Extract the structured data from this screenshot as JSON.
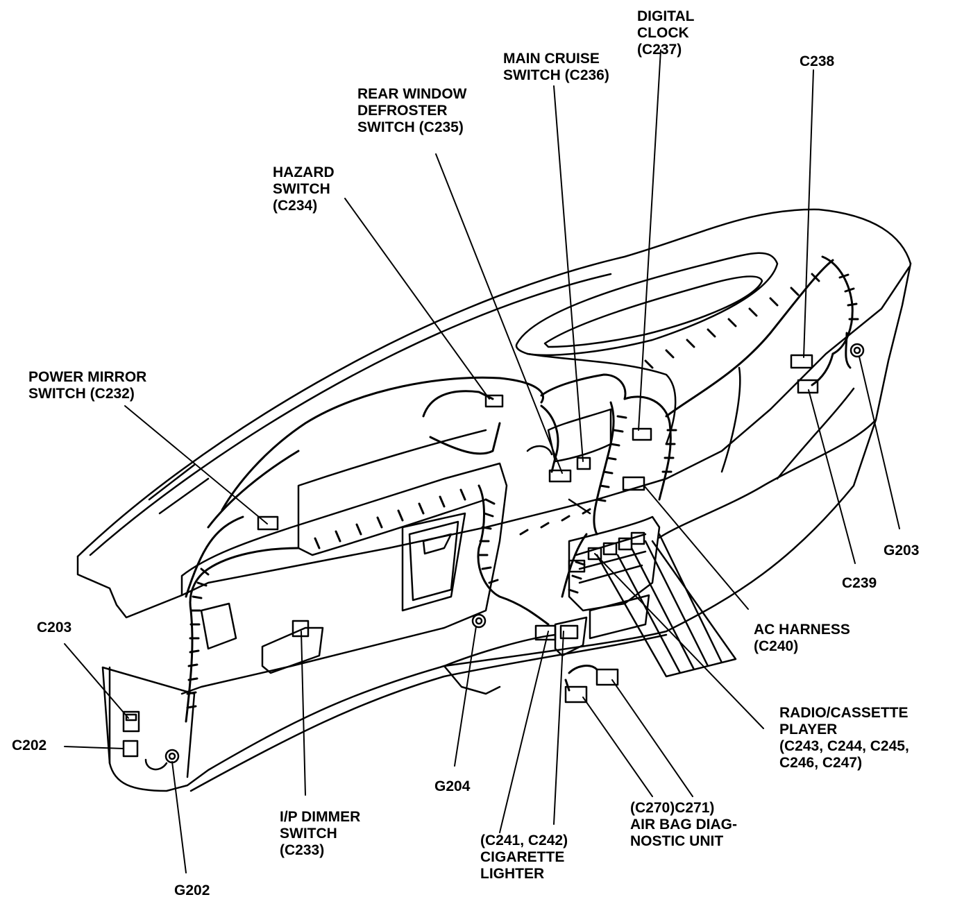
{
  "labels": {
    "digital_clock": [
      "DIGITAL",
      "CLOCK",
      "(C237)"
    ],
    "main_cruise": [
      "MAIN CRUISE",
      "SWITCH (C236)"
    ],
    "c238": "C238",
    "rear_window": [
      "REAR WINDOW",
      "DEFROSTER",
      "SWITCH (C235)"
    ],
    "hazard": [
      "HAZARD",
      "SWITCH",
      "(C234)"
    ],
    "power_mirror": [
      "POWER MIRROR",
      "SWITCH (C232)"
    ],
    "c203": "C203",
    "c202": "C202",
    "g202": "G202",
    "ip_dimmer": [
      "I/P DIMMER",
      "SWITCH",
      "(C233)"
    ],
    "g204": "G204",
    "cig_lighter": [
      "(C241, C242)",
      "CIGARETTE",
      "LIGHTER"
    ],
    "airbag": [
      "(C270)C271)",
      "AIR BAG DIAG-",
      "NOSTIC UNIT"
    ],
    "radio": [
      "RADIO/CASSETTE",
      "PLAYER",
      "(C243, C244, C245,",
      "C246, C247)"
    ],
    "ac_harness": [
      "AC HARNESS",
      "(C240)"
    ],
    "c239": "C239",
    "g203": "G203"
  },
  "colors": {
    "line": "#000000",
    "background": "#ffffff"
  }
}
